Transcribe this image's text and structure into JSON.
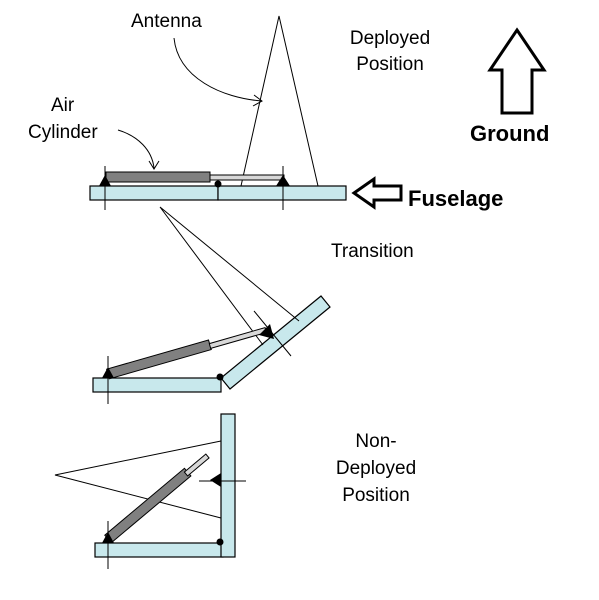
{
  "labels": {
    "antenna": "Antenna",
    "air_cylinder_line1": "Air",
    "air_cylinder_line2": "Cylinder",
    "deployed_line1": "Deployed",
    "deployed_line2": "Position",
    "ground": "Ground",
    "fuselage": "Fuselage",
    "transition": "Transition",
    "nondeployed_line1": "Non-",
    "nondeployed_line2": "Deployed",
    "nondeployed_line3": "Position"
  },
  "colors": {
    "plate_fill": "#c8e8ec",
    "cylinder_fill": "#808080",
    "rod_fill": "#d8d8d8",
    "line": "#000000"
  }
}
